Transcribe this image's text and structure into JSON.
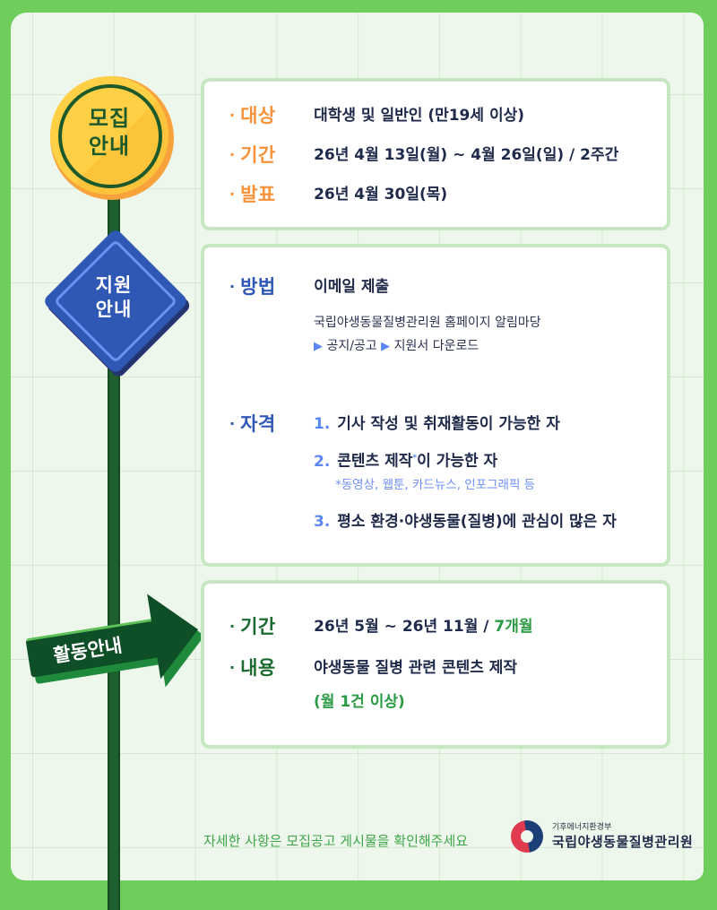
{
  "signs": {
    "recruit": {
      "line1": "모집",
      "line2": "안내",
      "color": "#ffcf45"
    },
    "apply": {
      "line1": "지원",
      "line2": "안내",
      "color": "#2f58b5"
    },
    "activity": {
      "label": "활동안내",
      "color": "#0f4f27"
    }
  },
  "recruit_card": {
    "rows": [
      {
        "label": "대상",
        "value": "대학생 및 일반인 (만19세 이상)"
      },
      {
        "label": "기간",
        "value": "26년 4월 13일(월) ~ 4월 26일(일) / 2주간"
      },
      {
        "label": "발표",
        "value": "26년 4월 30일(목)"
      }
    ],
    "label_color": "#f7923a"
  },
  "apply_card": {
    "method": {
      "label": "방법",
      "value": "이메일 제출",
      "detail_line1": "국립야생동물질병관리원 홈페이지 알림마당",
      "path_arrow": "▶",
      "path_step1": "공지/공고",
      "path_step2": "지원서 다운로드"
    },
    "qualification": {
      "label": "자격",
      "items": [
        {
          "num": "1.",
          "text": "기사 작성 및 취재활동이 가능한 자"
        },
        {
          "num": "2.",
          "text_before": "콘텐츠 제작",
          "mark": "*",
          "text_after": "이 가능한 자",
          "note": "*동영상, 웹툰, 카드뉴스, 인포그래픽 등"
        },
        {
          "num": "3.",
          "text": "평소 환경·야생동물(질병)에 관심이 많은 자"
        }
      ]
    },
    "label_color": "#2f58b5"
  },
  "activity_card": {
    "rows": [
      {
        "label": "기간",
        "value": "26년 5월 ~ 26년 11월 / ",
        "highlight": "7개월"
      },
      {
        "label": "내용",
        "value": "야생동물 질병 관련 콘텐츠 제작",
        "sub": "(월 1건 이상)"
      }
    ],
    "label_color": "#1b6b30"
  },
  "footer": {
    "notice": "자세한 사항은 모집공고 게시물을 확인해주세요",
    "logo_ministry": "기후에너지환경부",
    "logo_org": "국립야생동물질병관리원"
  },
  "bullet": "·"
}
